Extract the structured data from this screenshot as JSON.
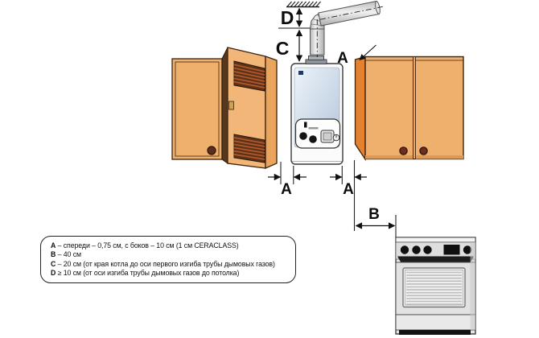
{
  "labels": {
    "a": "A",
    "b": "B",
    "c": "C",
    "d": "D"
  },
  "legend": {
    "items": [
      {
        "key": "A",
        "text": "– спереди – 0,75 см, с боков – 10 см (1 см CERACLASS)"
      },
      {
        "key": "B",
        "text": "– 40 см"
      },
      {
        "key": "C",
        "text": "– 20 см (от края котла до оси первого изгиба трубы дымовых газов)"
      },
      {
        "key": "D",
        "text": "≥ 10 см (от оси изгиба трубы дымовых газов до потолка)"
      }
    ]
  },
  "palette": {
    "cabinet_wood": "#EFB06E",
    "cabinet_side": "#E5822F",
    "louver_dark": "#5C3318",
    "louver_slat": "#B4572B",
    "boiler_panel": "#C3D3E4",
    "pipe_gray": "#D6D6D6",
    "stove_gray": "#E7E7E7",
    "line": "#111111"
  }
}
